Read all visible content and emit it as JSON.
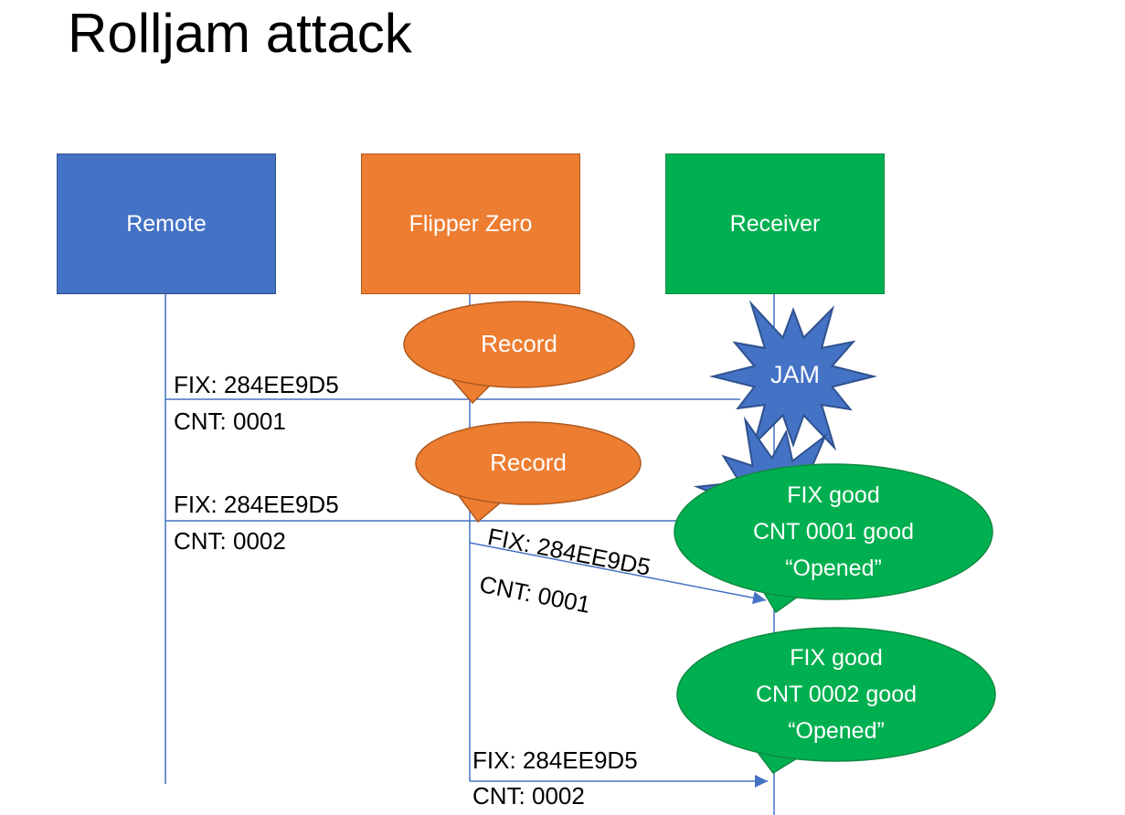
{
  "title": "Rolljam attack",
  "actors": {
    "remote": {
      "label": "Remote"
    },
    "flipper": {
      "label": "Flipper Zero"
    },
    "receiver": {
      "label": "Receiver"
    }
  },
  "messages": {
    "remote_send_1": {
      "fix": "FIX: 284EE9D5",
      "cnt": "CNT: 0001"
    },
    "remote_send_2": {
      "fix": "FIX: 284EE9D5",
      "cnt": "CNT: 0002"
    },
    "flipper_replay_1": {
      "fix": "FIX: 284EE9D5",
      "cnt": "CNT: 0001"
    },
    "flipper_replay_2": {
      "fix": "FIX: 284EE9D5",
      "cnt": "CNT: 0002"
    }
  },
  "callouts": {
    "record_1": {
      "label": "Record"
    },
    "record_2": {
      "label": "Record"
    },
    "jam_1": {
      "label": "JAM"
    },
    "receiver_accept_1": {
      "line1": "FIX good",
      "line2": "CNT 0001 good",
      "line3": "“Opened”"
    },
    "receiver_accept_2": {
      "line1": "FIX good",
      "line2": "CNT 0002 good",
      "line3": "“Opened”"
    }
  },
  "colors": {
    "remote_blue": "#4472C4",
    "flipper_orange": "#ED7D31",
    "receiver_green": "#00B050",
    "jam_fill": "#4472C4",
    "jam_border": "#2F528F",
    "connector_blue": "#4472C4"
  }
}
